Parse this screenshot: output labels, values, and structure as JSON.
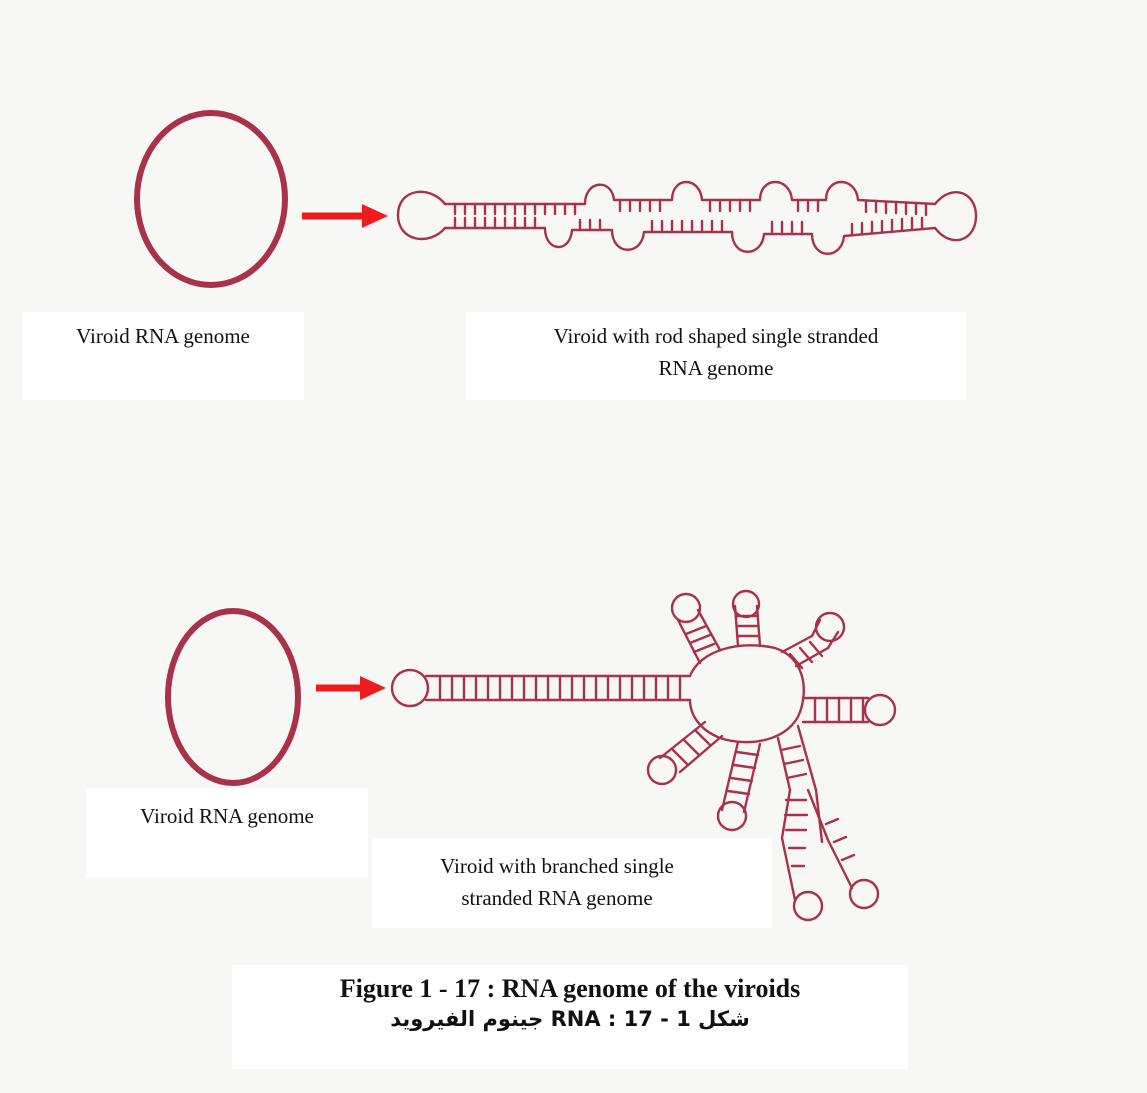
{
  "colors": {
    "rna": "#a8324a",
    "arrow": "#ee1c1c",
    "text": "#111111"
  },
  "top": {
    "circle_label": "Viroid RNA genome",
    "rod_label_line1": "Viroid with rod shaped single stranded",
    "rod_label_line2": "RNA genome"
  },
  "bottom": {
    "circle_label": "Viroid RNA genome",
    "branched_label_line1": "Viroid with branched single",
    "branched_label_line2": "stranded RNA genome"
  },
  "caption": {
    "english": "Figure  1 - 17  : RNA genome of the viroids",
    "arabic": "شكل  1 - 17 : RNA جينوم الفيرويد"
  }
}
